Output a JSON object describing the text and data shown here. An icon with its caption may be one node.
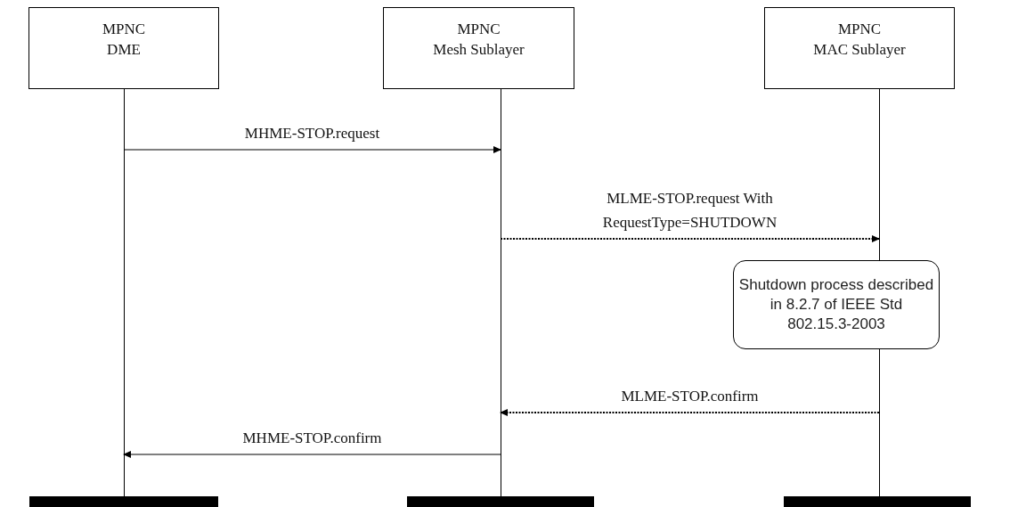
{
  "diagram": {
    "nodes": [
      {
        "text": [
          "MPNC",
          "DME"
        ]
      },
      {
        "text": [
          "MPNC",
          "Mesh Sublayer"
        ]
      },
      {
        "text": [
          "MPNC",
          "MAC Sublayer"
        ]
      },
      {
        "text": [],
        "shape": "line"
      },
      {
        "text": [],
        "shape": "line"
      },
      {
        "text": [],
        "shape": "line"
      },
      {
        "text": [
          "Shutdown process described in 8.2.7 of IEEE Std 802.15.3-2003"
        ]
      },
      {
        "text": [],
        "shape": "line"
      },
      {
        "text": [],
        "shape": "bar"
      },
      {
        "text": [],
        "shape": "bar"
      },
      {
        "text": [],
        "shape": "bar"
      }
    ],
    "edges": [
      {
        "from": 3,
        "to": 4,
        "arrow": "to",
        "label": "MHME-STOP.request"
      },
      {
        "from": 4,
        "to": 5,
        "arrow": "to",
        "label": "MLME-STOP.request With RequestType=SHUTDOWN",
        "style": "dashed"
      },
      {
        "from": 7,
        "to": 4,
        "arrow": "to",
        "label": "MLME-STOP.confirm",
        "style": "dashed"
      },
      {
        "from": 4,
        "to": 3,
        "arrow": "to",
        "label": "MHME-STOP.confirm"
      }
    ]
  }
}
